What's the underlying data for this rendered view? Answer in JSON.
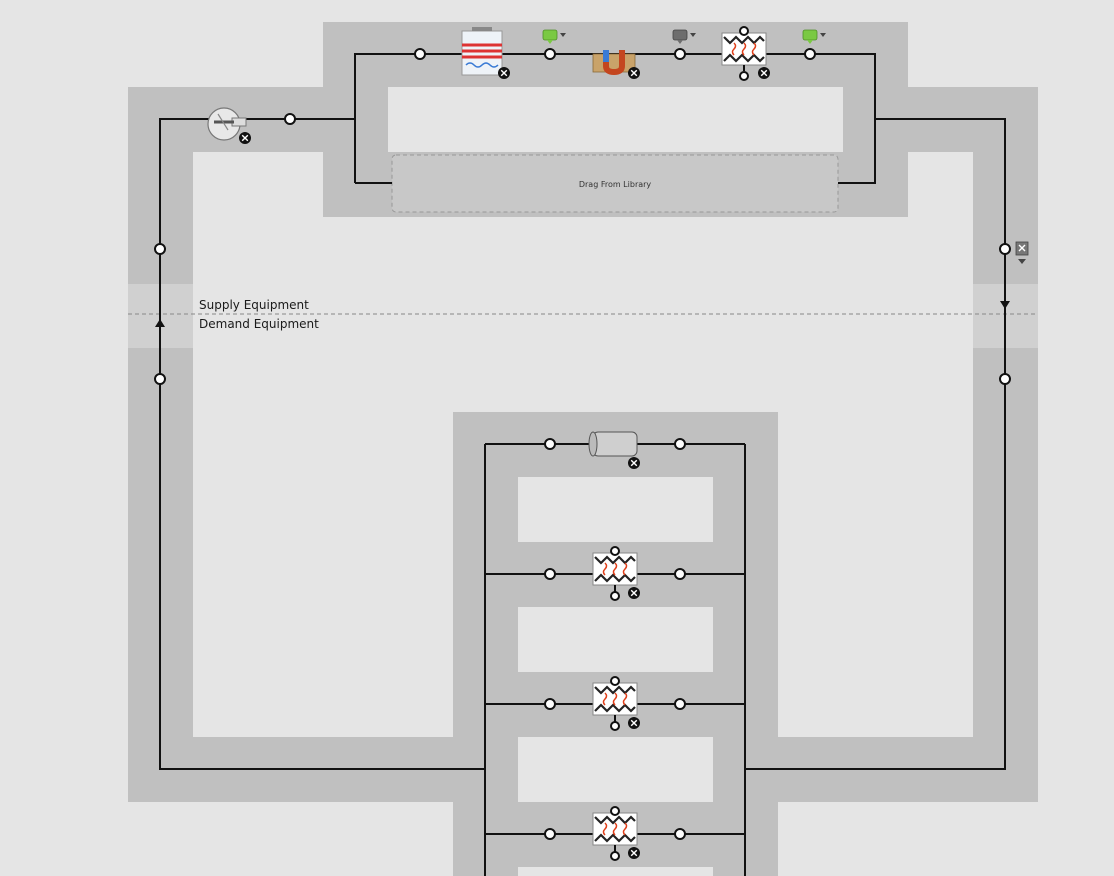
{
  "loop": {
    "supply_label": "Supply Equipment",
    "demand_label": "Demand Equipment",
    "drag_placeholder": "Drag From Library"
  },
  "colors": {
    "background": "#e5e5e5",
    "band": "#c0c0c0",
    "pipe": "#111111",
    "setpoint_manager_green": "#7ac943",
    "setpoint_manager_gray": "#6e6e6e"
  },
  "icons": {
    "supply": [
      "pump-icon",
      "cooling-tower-icon",
      "ground-heat-exchanger-icon",
      "heat-exchanger-icon"
    ],
    "demand": [
      "pipe-icon",
      "water-coil-icon",
      "water-coil-icon",
      "water-coil-icon"
    ],
    "setpoint_managers": [
      "setpoint-manager-green-icon",
      "setpoint-manager-gray-icon",
      "setpoint-manager-green-icon"
    ]
  }
}
